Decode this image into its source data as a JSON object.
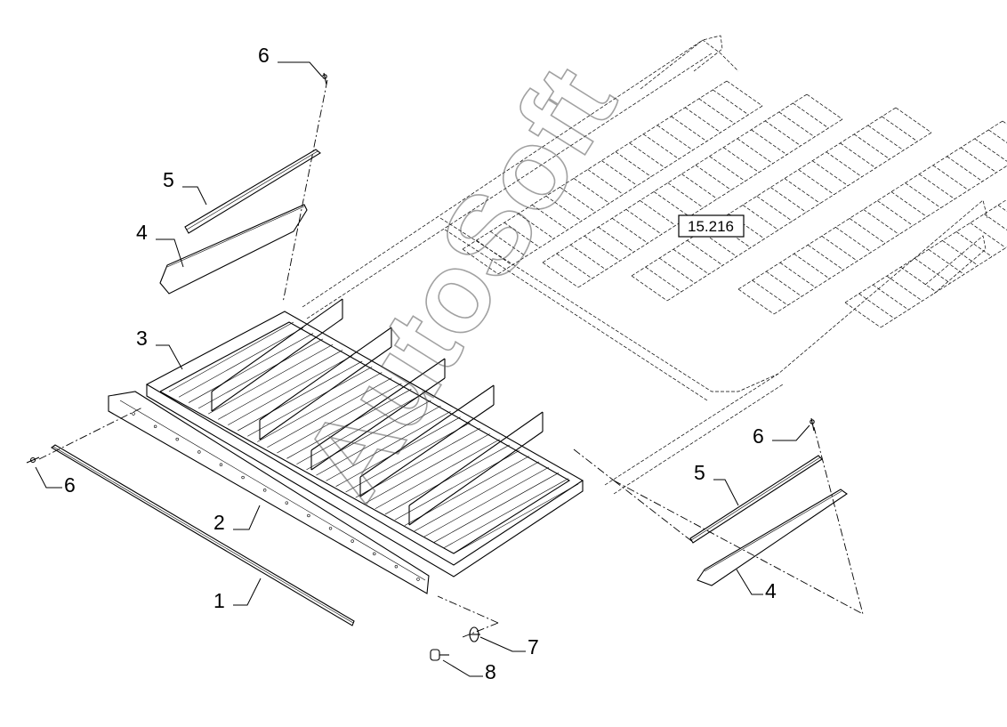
{
  "reference": "15.216",
  "watermark": "AutoSoft",
  "callouts": {
    "c6_top": "6",
    "c5_top": "5",
    "c4_top": "4",
    "c3": "3",
    "c6_left": "6",
    "c2": "2",
    "c1": "1",
    "c6_right": "6",
    "c5_right": "5",
    "c4_right": "4",
    "c7": "7",
    "c8": "8"
  }
}
